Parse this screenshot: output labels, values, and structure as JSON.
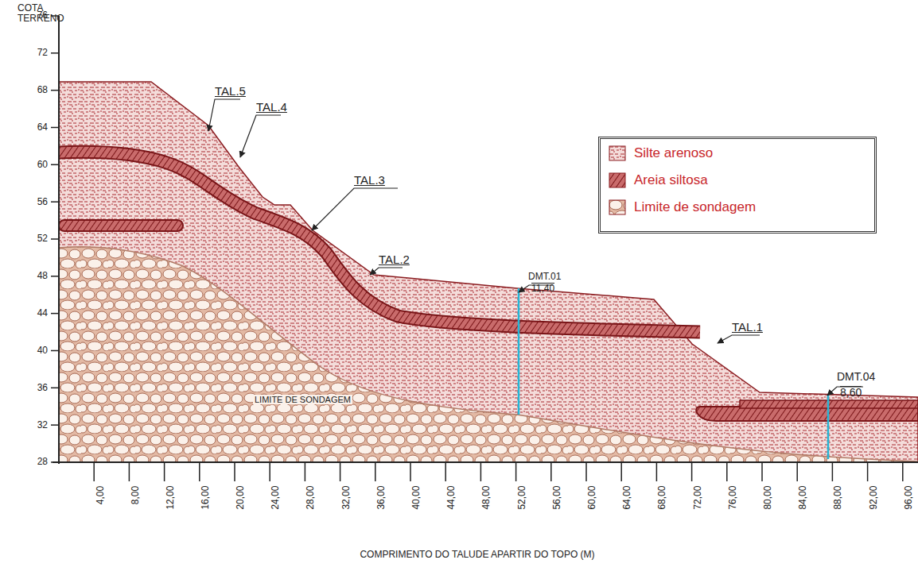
{
  "diagram": {
    "labels": [
      "COTA TERRENO",
      "76",
      "72",
      "68",
      "64",
      "60",
      "56",
      "52",
      "48",
      "44",
      "40",
      "36",
      "32",
      "28",
      "TAL.5",
      "TAL.4",
      "TAL.3",
      "TAL.2",
      "DMT.01",
      "11,40",
      "TAL.1",
      "DMT.04",
      "8,60",
      "LIMITE DE SONDAGEM",
      "4,00",
      "8,00",
      "12,00",
      "16,00",
      "20,00",
      "24,00",
      "28,00",
      "32,00",
      "36,00",
      "40,00",
      "44,00",
      "48,00",
      "52,00",
      "56,00",
      "60,00",
      "64,00",
      "68,00",
      "72,00",
      "76,00",
      "80,00",
      "84,00",
      "88,00",
      "92,00",
      "96,00",
      "COMPRIMENTO DO TALUDE APARTIR DO TOPO (M)"
    ],
    "legend": [
      {
        "text": "Silte arenoso"
      },
      {
        "text": "Areia siltosa"
      },
      {
        "text": "Limite de sondagem"
      }
    ]
  }
}
